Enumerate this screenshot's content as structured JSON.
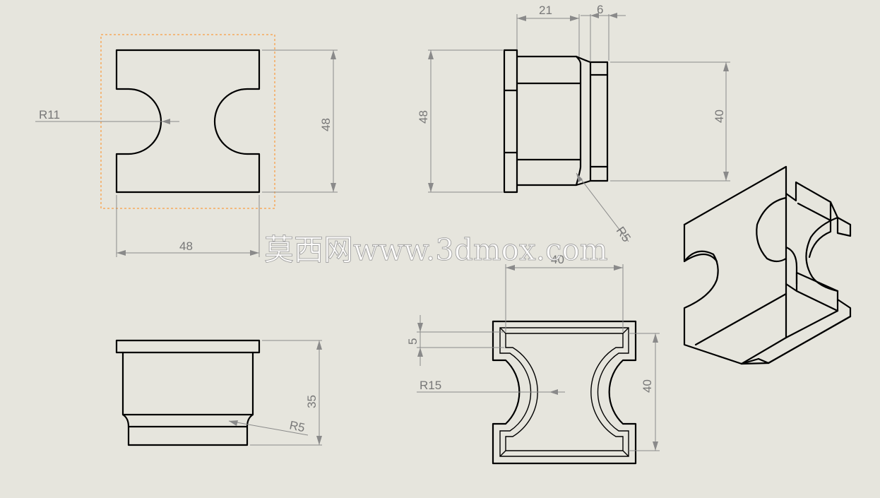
{
  "drawing": {
    "front_view": {
      "radius_label": "R11",
      "height_label": "48",
      "width_label": "48"
    },
    "side_view": {
      "dim_top_1": "21",
      "dim_top_2": "6",
      "height_outer": "48",
      "height_inner": "40",
      "radius_label": "R5"
    },
    "bottom_view": {
      "height_label": "35",
      "radius_label": "R5"
    },
    "detail_view": {
      "width_label": "40",
      "small_label": "5",
      "radius_label": "R15",
      "height_label": "40"
    }
  },
  "watermark": {
    "text": "莫西网www.3dmox.com"
  },
  "colors": {
    "background": "#e6e5dd",
    "geometry": "#000000",
    "dimension": "#8a8a8a",
    "selection": "#ff8c1a"
  }
}
